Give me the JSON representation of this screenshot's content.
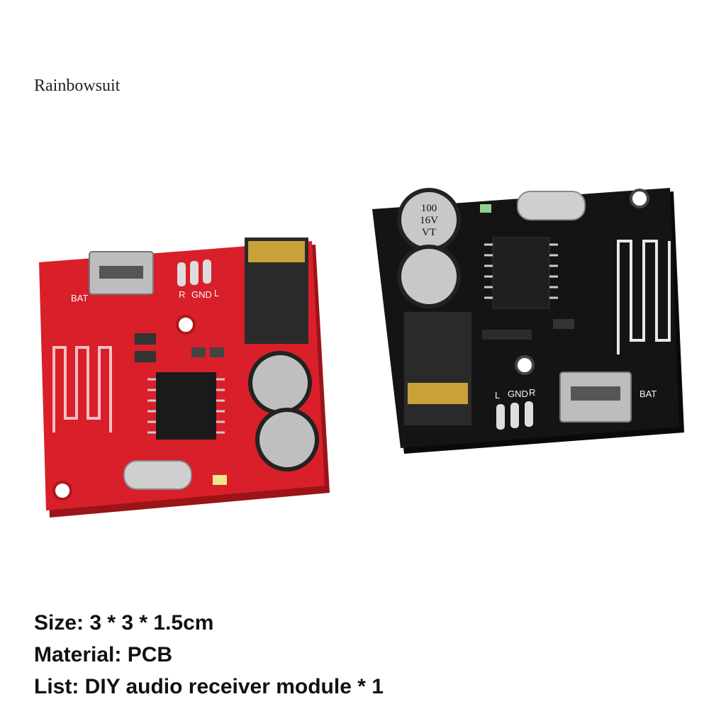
{
  "brand": "Rainbowsuit",
  "specs": {
    "size": "Size: 3 * 3 * 1.5cm",
    "material": "Material: PCB",
    "list": "List: DIY audio receiver module * 1"
  },
  "product_photo": {
    "boards": [
      {
        "color": "red",
        "board_color": "#d81f2a"
      },
      {
        "color": "black",
        "board_color": "#141414"
      }
    ],
    "capacitor_label": [
      "100",
      "16V",
      "VT"
    ],
    "silkscreen_red": [
      "BAT",
      "R",
      "GND",
      "L"
    ],
    "silkscreen_black": [
      "BAT",
      "L",
      "GND",
      "R"
    ]
  }
}
